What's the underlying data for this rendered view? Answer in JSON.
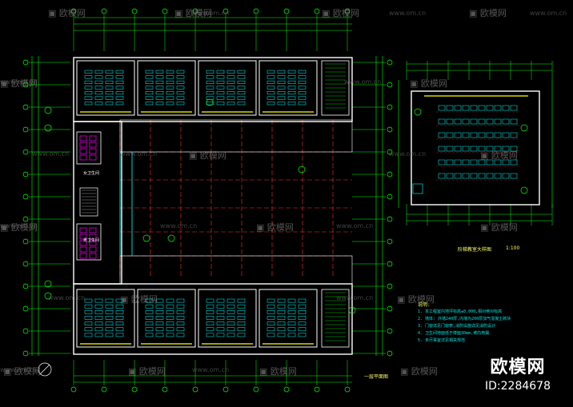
{
  "watermarks": {
    "brand_text": "欧模网",
    "url_text": "www.om.cn"
  },
  "brand": {
    "name": "欧模网",
    "id": "ID:2284678"
  },
  "drawing": {
    "rooms_left": "女卫生间",
    "rooms_right": "男卫生间",
    "main_caption": "一层平面图",
    "detail_caption": "阶梯教室大样图",
    "scale": "1:100"
  },
  "notes": {
    "title": "说明:",
    "lines": [
      "1. 本工程室内地坪标高±0.000,相对绝对标高",
      "2. 墙体: 外墙240厚,内墙为200厚加气混凝土砌块",
      "3. 门窗详见门窗表,消防设施详见消防设计",
      "4. 卫生间地面低于楼面30mm,坡向地漏",
      "5. 未尽事宜详见相关规范"
    ]
  },
  "colors": {
    "background": "#000000",
    "wall": "#ffffff",
    "grid_axis": "#ff3030",
    "dimension": "#00ff00",
    "furniture": "#00ffff",
    "text": "#ffff66",
    "accent": "#ff00ff"
  }
}
